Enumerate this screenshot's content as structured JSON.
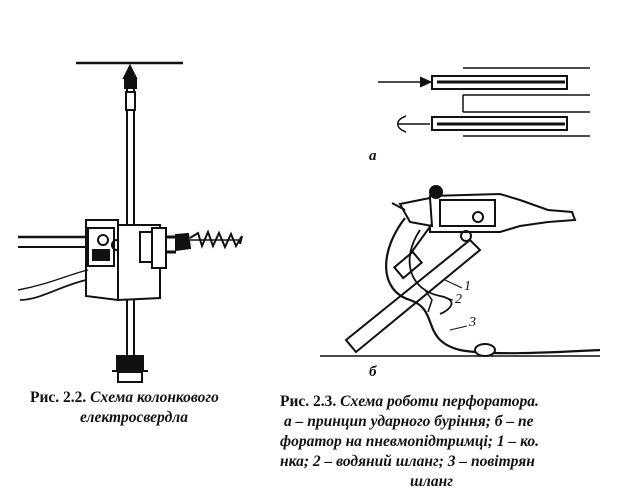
{
  "figure_left": {
    "number": "Рис. 2.2.",
    "title_line1": "Схема колонкового",
    "title_line2": "електросвердла"
  },
  "figure_right": {
    "number": "Рис. 2.3.",
    "title": "Схема роботи перфоратора.",
    "line2": "а – принцип ударного буріння; б – пе",
    "line3": "форатор на пневмопідтримці; 1 – ко.",
    "line4": "нка; 2 – водяний шланг; 3 – повітрян",
    "line5": "шланг",
    "subfig_a": "а",
    "subfig_b": "б",
    "callout_1": "1",
    "callout_2": "2",
    "callout_3": "3"
  }
}
